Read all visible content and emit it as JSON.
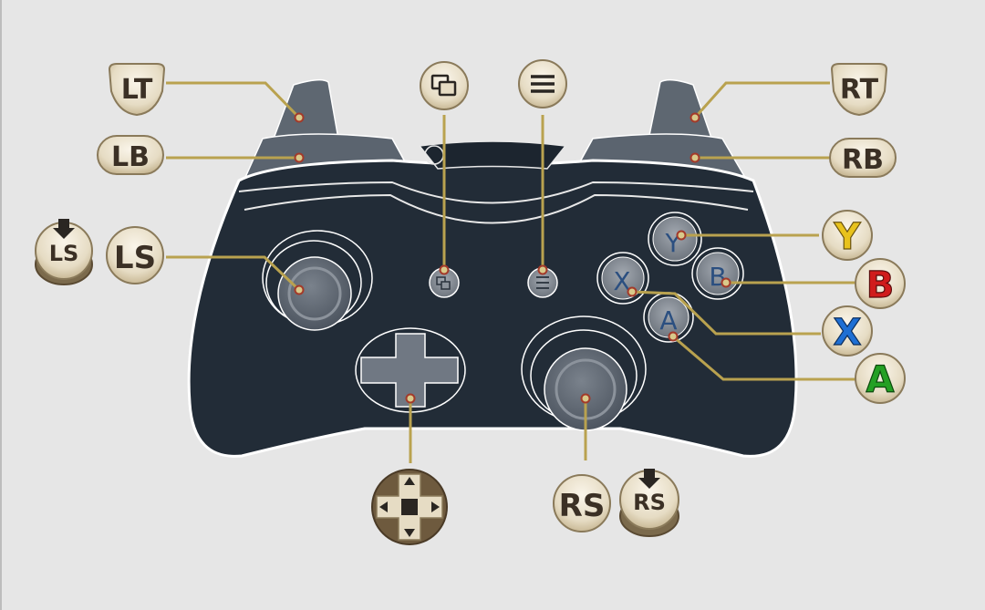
{
  "colors": {
    "background": "#e6e6e6",
    "body": "#222c37",
    "body_outline": "#ffffff",
    "shoulder": "#5b646f",
    "leader_line": "#b9a24f",
    "badge_fill": "#e6dcc4",
    "badge_stroke": "#8a7a5a",
    "badge_text": "#3b3025",
    "y_color": "#e8c21c",
    "b_color": "#d01c1c",
    "x_color": "#1e6fd4",
    "a_color": "#24a024"
  },
  "labels": {
    "lt": "LT",
    "lb": "LB",
    "rt": "RT",
    "rb": "RB",
    "ls": "LS",
    "ls_click": "LS",
    "rs": "RS",
    "rs_click": "RS",
    "y": "Y",
    "b": "B",
    "x": "X",
    "a": "A"
  },
  "controller": {
    "face_buttons": {
      "y": "Y",
      "b": "B",
      "x": "X",
      "a": "A"
    }
  },
  "icons": {
    "view": "view-icon",
    "menu": "menu-icon",
    "dpad": "dpad-icon",
    "click_arrow": "press-down-arrow-icon"
  }
}
